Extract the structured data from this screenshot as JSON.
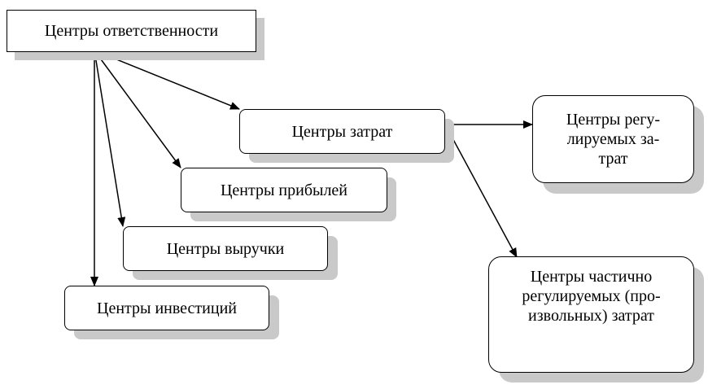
{
  "colors": {
    "border": "#000000",
    "shadow": "#c9c9c9",
    "background": "#ffffff",
    "arrow": "#000000"
  },
  "nodes": {
    "root": "Центры ответственности",
    "costs": "Центры затрат",
    "profit": "Центры прибылей",
    "revenue": "Центры выручки",
    "investment": "Центры инвестиций",
    "regulated_costs": "Центры  регу-\nлируемых за-\nтрат",
    "partial_costs": "Центры частично\nрегулируемых (про-\nизвольных) затрат"
  }
}
